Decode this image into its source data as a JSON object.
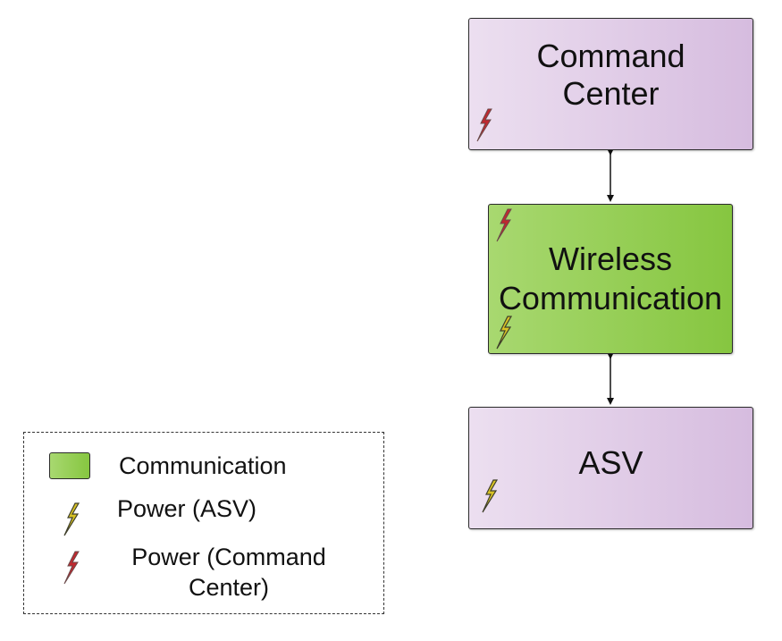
{
  "nodes": {
    "command_center": {
      "label_line1": "Command",
      "label_line2": "Center",
      "fill": "#d9c2e1"
    },
    "wireless": {
      "label_line1": "Wireless",
      "label_line2": "Communication",
      "fill": "#97cf58"
    },
    "asv": {
      "label": "ASV",
      "fill": "#d9c2e1"
    }
  },
  "edges": [
    {
      "from": "command_center",
      "to": "wireless",
      "direction": "both"
    },
    {
      "from": "wireless",
      "to": "asv",
      "direction": "both"
    }
  ],
  "legend": {
    "communication": "Communication",
    "power_asv": "Power (ASV)",
    "power_cc_line1": "Power (Command",
    "power_cc_line2": "Center)"
  },
  "icons": {
    "power_asv": "lightning-bolt-yellow-icon",
    "power_cc": "lightning-bolt-red-icon"
  },
  "colors": {
    "communication": "#97cf58",
    "power_asv": "#e8d42a",
    "power_cc": "#c0282f",
    "node_purple": "#d9c2e1"
  }
}
